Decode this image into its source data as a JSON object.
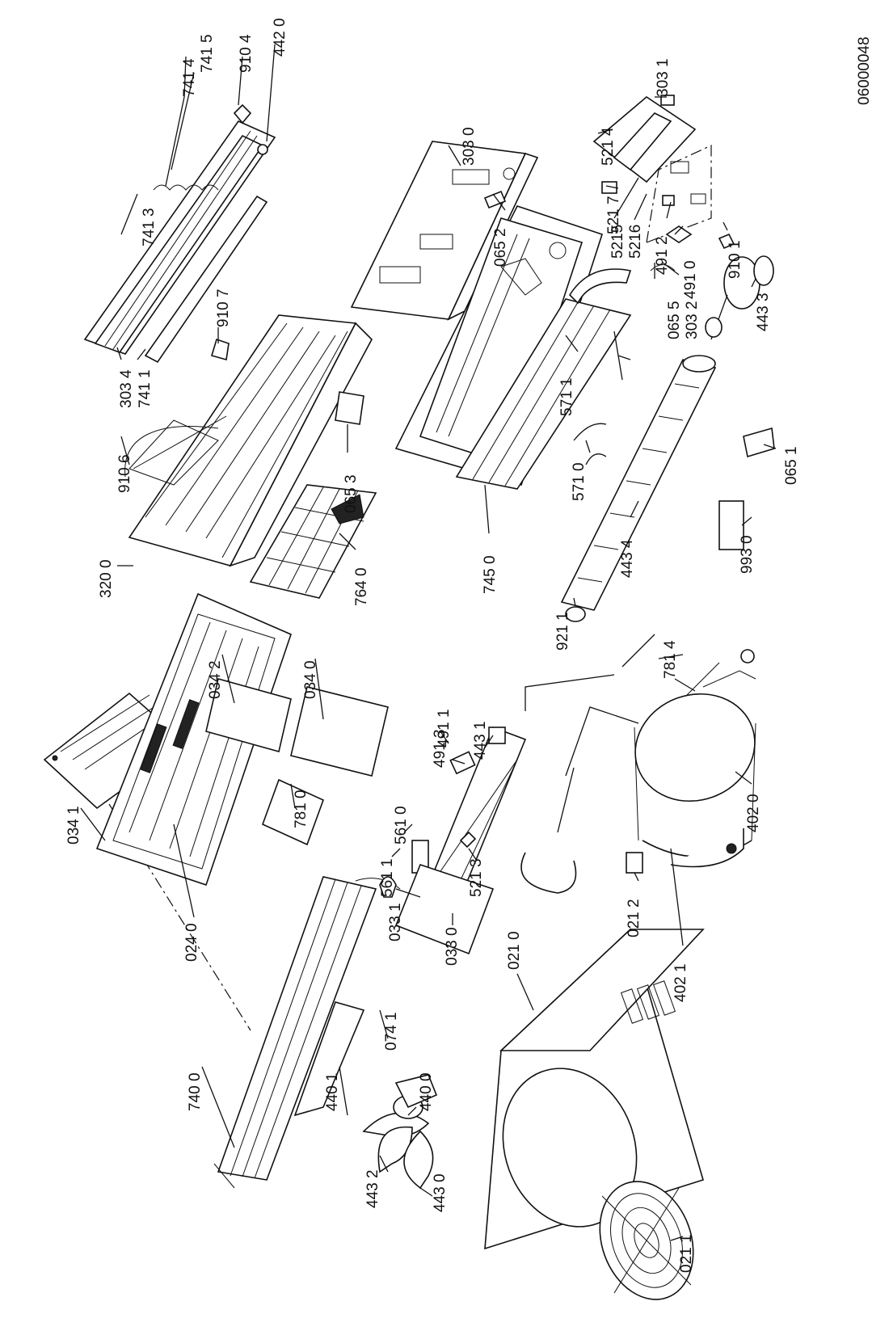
{
  "document_number": "06000048",
  "indoor_labels": {
    "p7414": "741 4",
    "p7415": "741 5",
    "p9104": "910 4",
    "p4420": "442 0",
    "p7413": "741 3",
    "p3034": "303 4",
    "p7411": "741 1",
    "p9107": "910 7",
    "p3030": "303 0",
    "p3031": "303 1",
    "p5214": "521 4",
    "p5217": "521 7",
    "p5215": "5215",
    "p5216": "5216",
    "p0652": "065 2",
    "p4912": "491 2",
    "p9101": "910 1",
    "p4910": "491 0",
    "p0655": "065 5",
    "p3032": "303 2",
    "p4433": "443 3",
    "p9106": "910 6",
    "p0653": "065 3",
    "p3200": "320 0",
    "p7640": "764 0",
    "p5711": "571 1",
    "p5710": "571 0",
    "p7450": "745 0",
    "p4434": "443 4",
    "p9211": "921 1",
    "p9930": "993 0",
    "p0651": "065 1"
  },
  "outdoor_labels": {
    "p0342": "034 2",
    "p0340": "034 0",
    "p7810": "781 0",
    "p0341": "034 1",
    "p7400": "740 0",
    "p4401": "440 1",
    "p4432": "443 2",
    "p4430": "443 0",
    "p4400": "440 0",
    "p0741": "074 1",
    "p0240": "024 0",
    "p0331": "033 1",
    "p0330": "033 0",
    "p5611": "561 1",
    "p5610": "561 0",
    "p4913": "491 3",
    "p4911": "491 1",
    "p4431": "443 1",
    "p5213": "521 3",
    "p7814": "781 4",
    "p4020": "402 0",
    "p4021": "402 1",
    "p0212": "021 2",
    "p0210": "021 0",
    "p0211": "021 1"
  }
}
